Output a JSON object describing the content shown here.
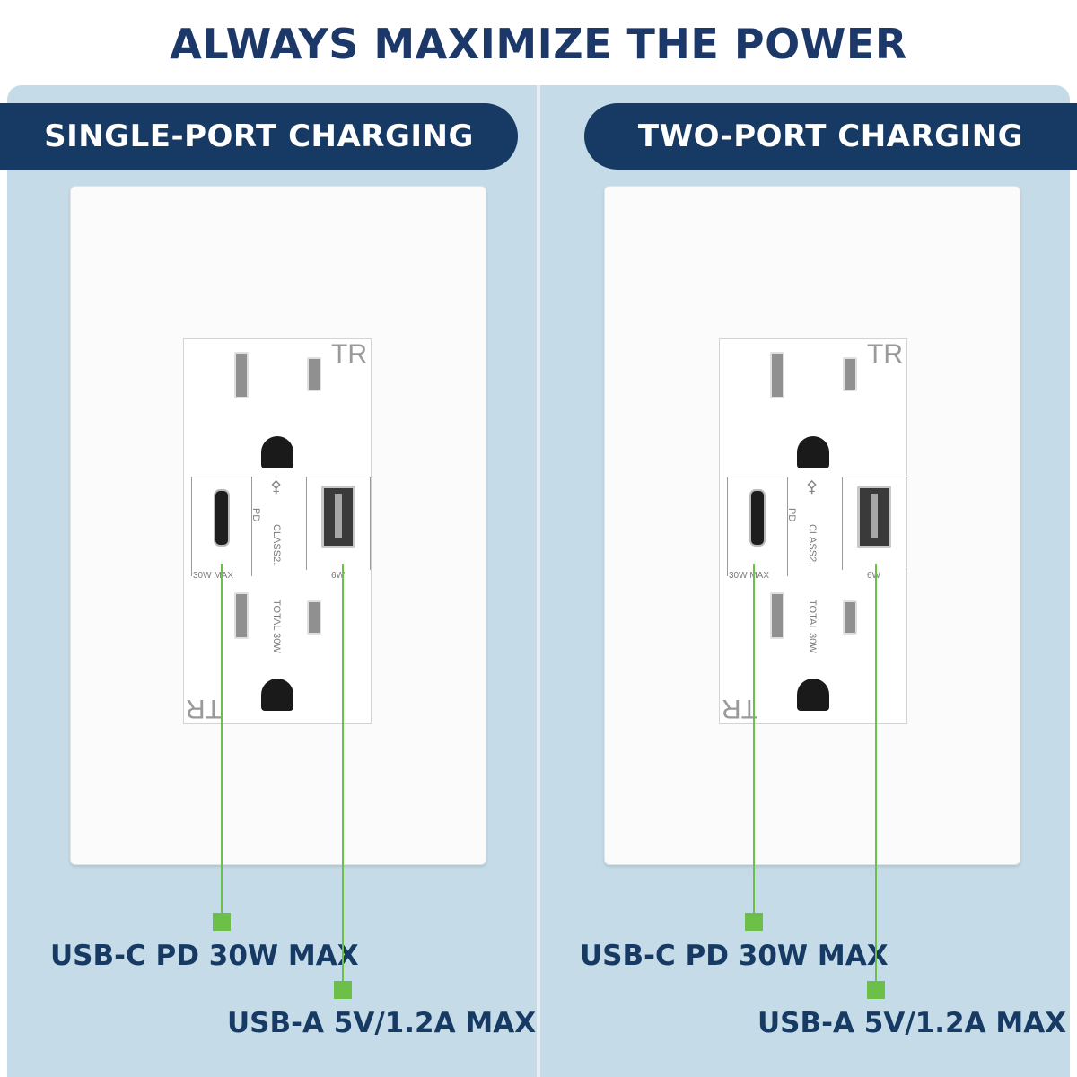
{
  "headline": "ALWAYS MAXIMIZE THE POWER",
  "panels": [
    {
      "title": "SINGLE-PORT CHARGING",
      "outlet": {
        "tr_top": "TR",
        "tr_bottom": "TR",
        "pd": "PD",
        "class": "CLASS2.",
        "c_max": "30W MAX",
        "a_max": "6W",
        "total": "TOTAL 30W"
      },
      "callout_c": "USB-C PD 30W MAX",
      "callout_a": "USB-A 5V/1.2A MAX"
    },
    {
      "title": "TWO-PORT CHARGING",
      "outlet": {
        "tr_top": "TR",
        "tr_bottom": "TR",
        "pd": "PD",
        "class": "CLASS2.",
        "c_max": "30W MAX",
        "a_max": "6W",
        "total": "TOTAL 30W"
      },
      "callout_c": "USB-C PD 30W MAX",
      "callout_a": "USB-A 5V/1.2A MAX"
    }
  ],
  "colors": {
    "navy": "#163a63",
    "green": "#6cc04a",
    "panel": "#c5dce8"
  },
  "icons": {
    "usb": "usb-trident-icon"
  }
}
